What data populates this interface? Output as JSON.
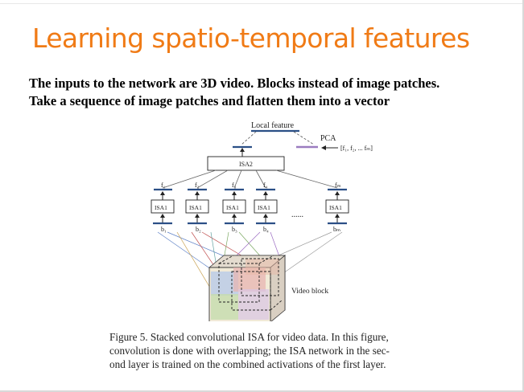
{
  "slide": {
    "title": "Learning spatio-temporal features",
    "lines": [
      "The inputs to the network are 3D video. Blocks instead of image patches.",
      "Take a sequence of image patches and flatten them into a vector"
    ]
  },
  "figure": {
    "local_feature": "Local feature",
    "pca": "PCA",
    "pca_vector": "[f₁, f₂, ... fₘ]",
    "isa2": "ISA2",
    "isa1": "ISA1",
    "f_labels": [
      "f₁",
      "f₂",
      "f₃",
      "f₄",
      "fₘ"
    ],
    "b_labels": [
      "b₁",
      "b₂",
      "b₃",
      "b₄",
      "bₘ"
    ],
    "ellipsis": "......",
    "video_block": "Video block",
    "caption": [
      "Figure 5. Stacked convolutional ISA for video data. In this figure,",
      "convolution is done with overlapping; the ISA network in the sec-",
      "ond layer is trained on the combined activations of the first layer."
    ]
  },
  "colors": {
    "title": "#f07b16",
    "node_bar": "#2b4f86",
    "pca_bar": "#9b7bc0"
  }
}
